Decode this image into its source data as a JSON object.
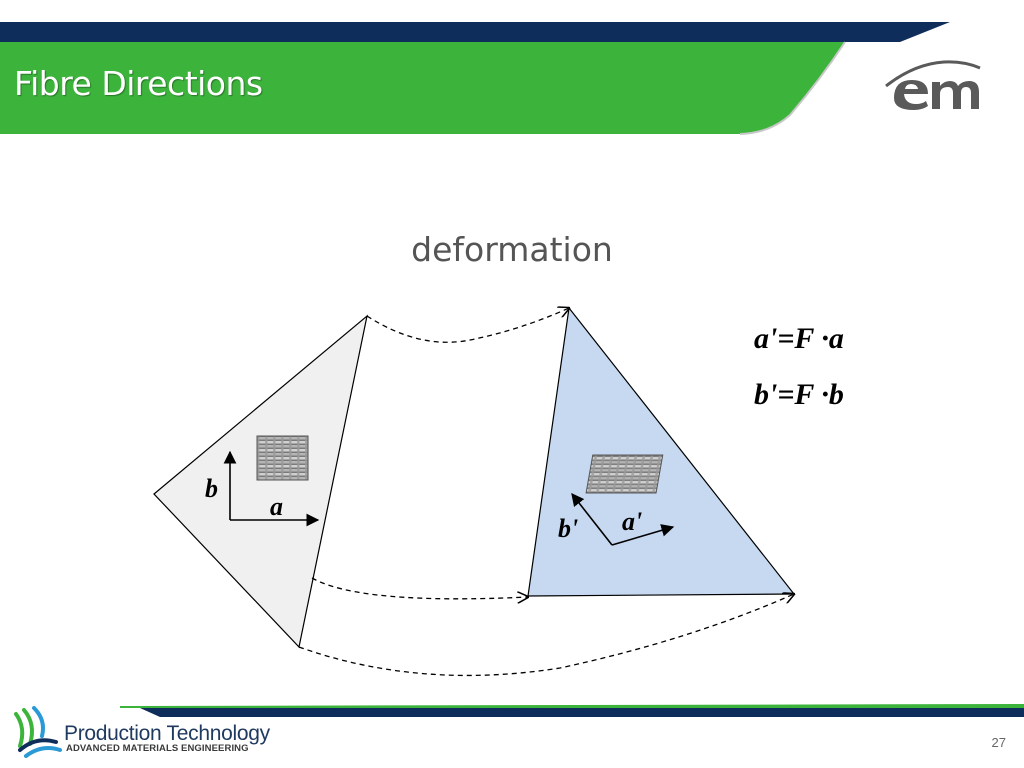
{
  "slide": {
    "title": "Fibre Directions",
    "subtitle": "deformation",
    "page_number": "27"
  },
  "equations": {
    "eq_a": "a'=F ·a",
    "eq_b": "b'=F ·b"
  },
  "labels": {
    "initial_b": "b",
    "initial_a": "a",
    "deformed_b": "b'",
    "deformed_a": "a'"
  },
  "footer": {
    "brand": "Production Technology",
    "division": "ADVANCED MATERIALS ENGINEERING"
  },
  "colors": {
    "header_green": "#3cb43c",
    "header_navy": "#0f2d5a",
    "initial_fill": "#f0f0f0",
    "deformed_fill": "#c6d9f1"
  },
  "icons": [
    "em-logo",
    "production-technology-logo",
    "woven-fabric-icon"
  ]
}
